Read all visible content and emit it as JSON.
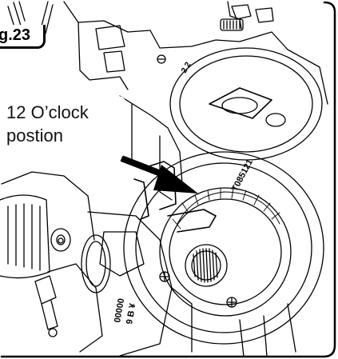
{
  "figure": {
    "label": "g.23"
  },
  "callout": {
    "line1": "12 O’clock",
    "line2": "postion"
  },
  "part_markings": {
    "housing_code": "T085121",
    "left_code_1": "00000",
    "left_code_2": "9 B ¥",
    "dial_text": "2 2"
  },
  "colors": {
    "line": "#000000",
    "background": "#ffffff",
    "frame": "#000000"
  }
}
